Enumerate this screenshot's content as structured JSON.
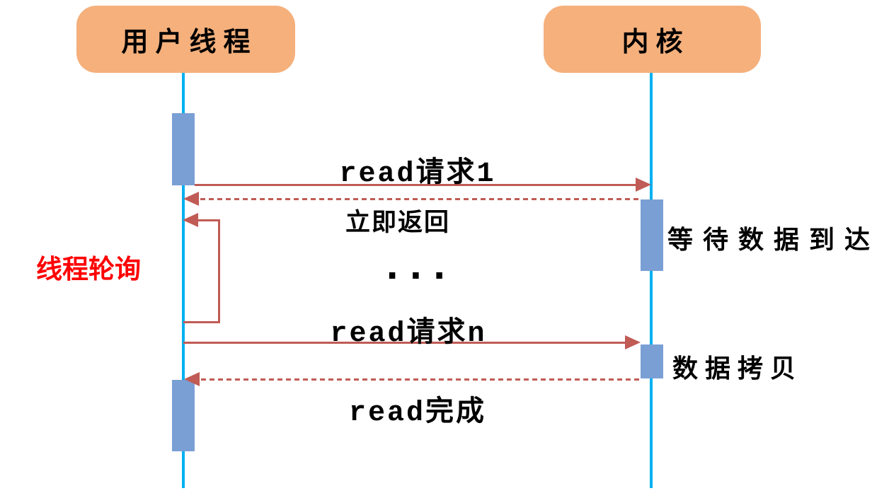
{
  "diagram": {
    "type": "sequence",
    "actors": {
      "user": "用户线程",
      "kernel": "内核"
    },
    "messages": {
      "read_request_1": "read请求1",
      "immediate_return": "立即返回",
      "thread_polling": "线程轮询",
      "ellipsis": "...",
      "read_request_n": "read请求n",
      "read_complete": "read完成"
    },
    "annotations": {
      "wait_for_data": "等待数据到达",
      "data_copy": "数据拷贝"
    },
    "colors": {
      "actor_box_fill": "#F5B07C",
      "lifeline": "#00B0F0",
      "activation_bar": "#7A9FD5",
      "arrow": "#C05B55",
      "polling_text": "#FF0000",
      "label_text": "#000000",
      "background": "#FFFFFF"
    }
  }
}
